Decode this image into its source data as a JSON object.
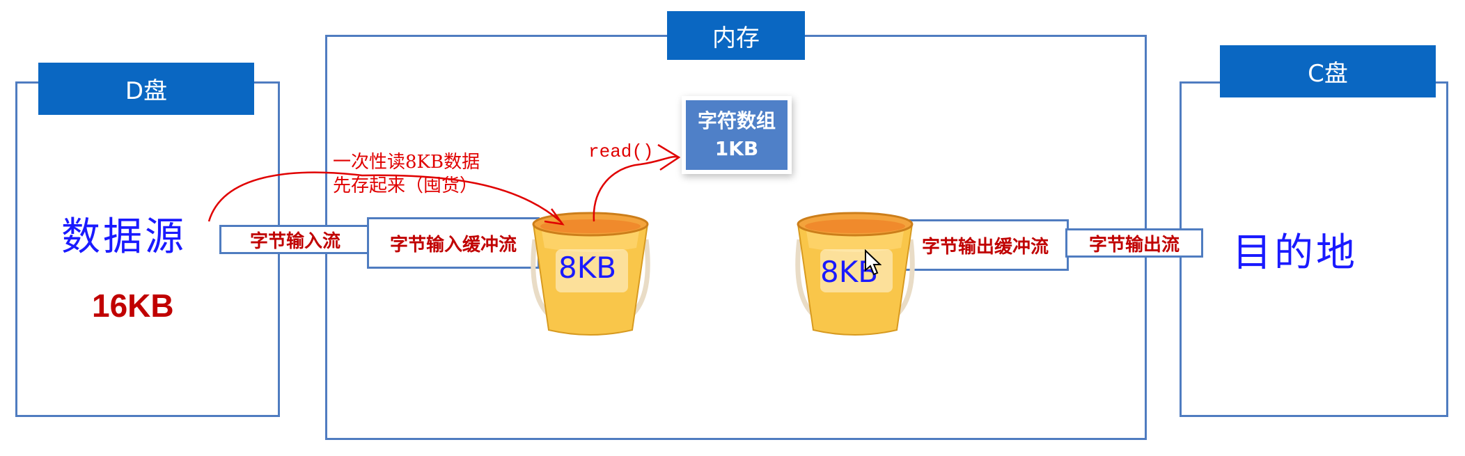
{
  "d_drive": {
    "title": "D盘",
    "source_label": "数据源",
    "size": "16KB"
  },
  "memory": {
    "title": "内存"
  },
  "c_drive": {
    "title": "C盘",
    "destination_label": "目的地"
  },
  "streams": {
    "byte_input": "字节输入流",
    "byte_input_buffered": "字节输入缓冲流",
    "byte_output_buffered": "字节输出缓冲流",
    "byte_output": "字节输出流"
  },
  "annotation": {
    "line1": "一次性读8KB数据",
    "line2": "先存起来（囤货）",
    "read_call": "read()"
  },
  "char_array": {
    "line1": "字符数组",
    "line2": "1KB"
  },
  "buffers": {
    "input_bucket": "8KB",
    "output_bucket": "8KB"
  },
  "colors": {
    "header_blue": "#0a67c2",
    "border_blue": "#4f7cc0",
    "accent_red": "#c00000",
    "ink_blue": "#1a1aff"
  }
}
